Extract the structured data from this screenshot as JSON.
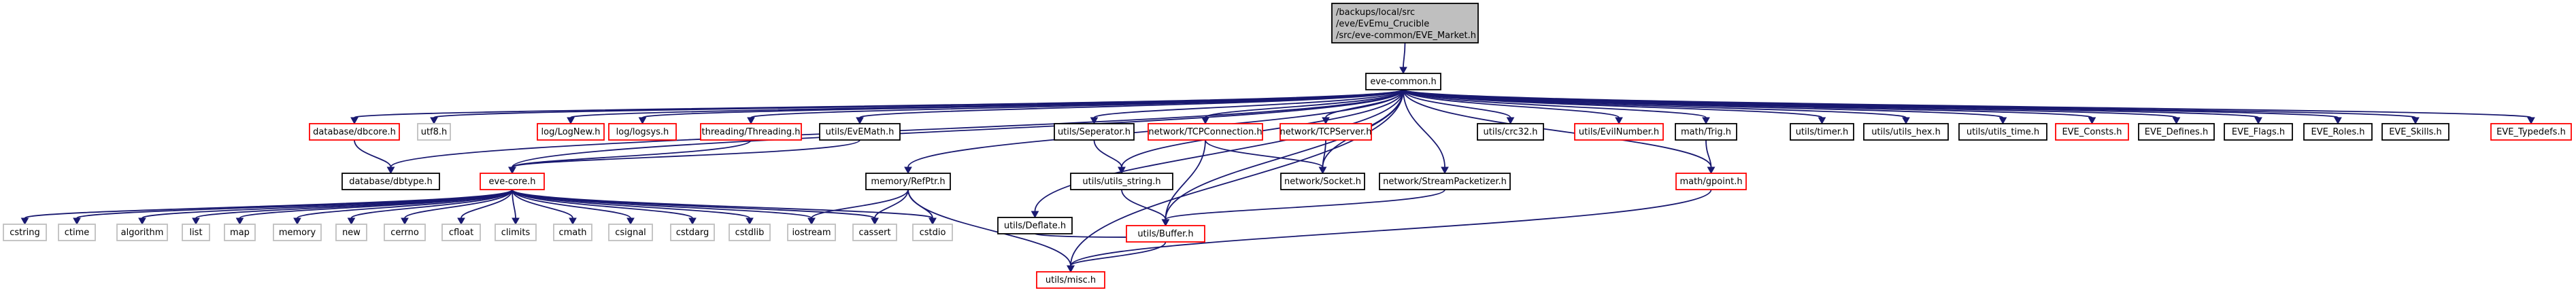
{
  "colors": {
    "edge": "#191970",
    "root_fill": "#bfbfbf",
    "root_border": "#000000",
    "normal_border": "#000000",
    "missing_border": "#ff0000",
    "system_border": "#bfbfbf"
  },
  "root": {
    "lines": [
      "/backups/local/src",
      "/eve/EvEmu_Crucible",
      "/src/eve-common/EVE_Market.h"
    ]
  },
  "nodes": [
    {
      "id": "eve_common",
      "label": "eve-common.h",
      "kind": "normal"
    },
    {
      "id": "db_dbcore",
      "label": "database/dbcore.h",
      "kind": "missing"
    },
    {
      "id": "utf8",
      "label": "utf8.h",
      "kind": "system"
    },
    {
      "id": "log_lognew",
      "label": "log/LogNew.h",
      "kind": "missing"
    },
    {
      "id": "log_logsys",
      "label": "log/logsys.h",
      "kind": "missing"
    },
    {
      "id": "threading",
      "label": "threading/Threading.h",
      "kind": "missing"
    },
    {
      "id": "utils_evemath",
      "label": "utils/EvEMath.h",
      "kind": "normal"
    },
    {
      "id": "utils_separator",
      "label": "utils/Seperator.h",
      "kind": "normal"
    },
    {
      "id": "net_tcpconn",
      "label": "network/TCPConnection.h",
      "kind": "missing"
    },
    {
      "id": "net_tcpserver",
      "label": "network/TCPServer.h",
      "kind": "missing"
    },
    {
      "id": "utils_crc32",
      "label": "utils/crc32.h",
      "kind": "normal"
    },
    {
      "id": "utils_evilnumber",
      "label": "utils/EvilNumber.h",
      "kind": "missing"
    },
    {
      "id": "math_trig",
      "label": "math/Trig.h",
      "kind": "normal"
    },
    {
      "id": "utils_timer",
      "label": "utils/timer.h",
      "kind": "normal"
    },
    {
      "id": "utils_hex",
      "label": "utils/utils_hex.h",
      "kind": "normal"
    },
    {
      "id": "utils_time",
      "label": "utils/utils_time.h",
      "kind": "normal"
    },
    {
      "id": "eve_consts",
      "label": "EVE_Consts.h",
      "kind": "missing"
    },
    {
      "id": "eve_defines",
      "label": "EVE_Defines.h",
      "kind": "normal"
    },
    {
      "id": "eve_flags",
      "label": "EVE_Flags.h",
      "kind": "normal"
    },
    {
      "id": "eve_roles",
      "label": "EVE_Roles.h",
      "kind": "normal"
    },
    {
      "id": "eve_skills",
      "label": "EVE_Skills.h",
      "kind": "normal"
    },
    {
      "id": "eve_typedefs",
      "label": "EVE_Typedefs.h",
      "kind": "missing"
    },
    {
      "id": "db_dbtype",
      "label": "database/dbtype.h",
      "kind": "normal"
    },
    {
      "id": "eve_core",
      "label": "eve-core.h",
      "kind": "missing"
    },
    {
      "id": "mem_refptr",
      "label": "memory/RefPtr.h",
      "kind": "normal"
    },
    {
      "id": "utils_deflate",
      "label": "utils/Deflate.h",
      "kind": "normal"
    },
    {
      "id": "utils_string",
      "label": "utils/utils_string.h",
      "kind": "normal"
    },
    {
      "id": "net_socket",
      "label": "network/Socket.h",
      "kind": "normal"
    },
    {
      "id": "net_streampkt",
      "label": "network/StreamPacketizer.h",
      "kind": "normal"
    },
    {
      "id": "math_gpoint",
      "label": "math/gpoint.h",
      "kind": "missing"
    },
    {
      "id": "cstring",
      "label": "cstring",
      "kind": "system"
    },
    {
      "id": "ctime",
      "label": "ctime",
      "kind": "system"
    },
    {
      "id": "algorithm",
      "label": "algorithm",
      "kind": "system"
    },
    {
      "id": "list",
      "label": "list",
      "kind": "system"
    },
    {
      "id": "map",
      "label": "map",
      "kind": "system"
    },
    {
      "id": "memory",
      "label": "memory",
      "kind": "system"
    },
    {
      "id": "new",
      "label": "new",
      "kind": "system"
    },
    {
      "id": "cerrno",
      "label": "cerrno",
      "kind": "system"
    },
    {
      "id": "cfloat",
      "label": "cfloat",
      "kind": "system"
    },
    {
      "id": "climits",
      "label": "climits",
      "kind": "system"
    },
    {
      "id": "cmath",
      "label": "cmath",
      "kind": "system"
    },
    {
      "id": "csignal",
      "label": "csignal",
      "kind": "system"
    },
    {
      "id": "cstdarg",
      "label": "cstdarg",
      "kind": "system"
    },
    {
      "id": "cstdlib",
      "label": "cstdlib",
      "kind": "system"
    },
    {
      "id": "iostream",
      "label": "iostream",
      "kind": "system"
    },
    {
      "id": "cassert",
      "label": "cassert",
      "kind": "system"
    },
    {
      "id": "cstdio",
      "label": "cstdio",
      "kind": "system"
    },
    {
      "id": "utils_buffer",
      "label": "utils/Buffer.h",
      "kind": "missing"
    },
    {
      "id": "utils_misc",
      "label": "utils/misc.h",
      "kind": "missing"
    }
  ],
  "edges": [
    [
      "root",
      "eve_common"
    ],
    [
      "eve_common",
      "db_dbcore"
    ],
    [
      "eve_common",
      "utf8"
    ],
    [
      "eve_common",
      "log_lognew"
    ],
    [
      "eve_common",
      "log_logsys"
    ],
    [
      "eve_common",
      "threading"
    ],
    [
      "eve_common",
      "utils_evemath"
    ],
    [
      "eve_common",
      "utils_separator"
    ],
    [
      "eve_common",
      "net_tcpconn"
    ],
    [
      "eve_common",
      "net_tcpserver"
    ],
    [
      "eve_common",
      "utils_crc32"
    ],
    [
      "eve_common",
      "utils_evilnumber"
    ],
    [
      "eve_common",
      "math_trig"
    ],
    [
      "eve_common",
      "utils_timer"
    ],
    [
      "eve_common",
      "utils_hex"
    ],
    [
      "eve_common",
      "utils_time"
    ],
    [
      "eve_common",
      "eve_consts"
    ],
    [
      "eve_common",
      "eve_defines"
    ],
    [
      "eve_common",
      "eve_flags"
    ],
    [
      "eve_common",
      "eve_roles"
    ],
    [
      "eve_common",
      "eve_skills"
    ],
    [
      "eve_common",
      "eve_typedefs"
    ],
    [
      "eve_common",
      "db_dbtype"
    ],
    [
      "eve_common",
      "eve_core"
    ],
    [
      "eve_common",
      "mem_refptr"
    ],
    [
      "eve_common",
      "utils_deflate"
    ],
    [
      "eve_common",
      "utils_string"
    ],
    [
      "eve_common",
      "net_socket"
    ],
    [
      "eve_common",
      "net_streampkt"
    ],
    [
      "eve_common",
      "math_gpoint"
    ],
    [
      "eve_common",
      "utils_misc"
    ],
    [
      "eve_common",
      "utils_buffer"
    ],
    [
      "db_dbcore",
      "db_dbtype"
    ],
    [
      "threading",
      "eve_core"
    ],
    [
      "utils_evemath",
      "eve_core"
    ],
    [
      "utils_separator",
      "utils_string"
    ],
    [
      "net_tcpconn",
      "net_socket"
    ],
    [
      "net_tcpconn",
      "utils_buffer"
    ],
    [
      "net_tcpserver",
      "net_socket"
    ],
    [
      "math_trig",
      "math_gpoint"
    ],
    [
      "eve_core",
      "cstring"
    ],
    [
      "eve_core",
      "ctime"
    ],
    [
      "eve_core",
      "algorithm"
    ],
    [
      "eve_core",
      "list"
    ],
    [
      "eve_core",
      "map"
    ],
    [
      "eve_core",
      "memory"
    ],
    [
      "eve_core",
      "new"
    ],
    [
      "eve_core",
      "cerrno"
    ],
    [
      "eve_core",
      "cfloat"
    ],
    [
      "eve_core",
      "climits"
    ],
    [
      "eve_core",
      "cmath"
    ],
    [
      "eve_core",
      "csignal"
    ],
    [
      "eve_core",
      "cstdarg"
    ],
    [
      "eve_core",
      "cstdlib"
    ],
    [
      "eve_core",
      "iostream"
    ],
    [
      "eve_core",
      "cassert"
    ],
    [
      "eve_core",
      "cstdio"
    ],
    [
      "mem_refptr",
      "iostream"
    ],
    [
      "mem_refptr",
      "cassert"
    ],
    [
      "mem_refptr",
      "cstdio"
    ],
    [
      "mem_refptr",
      "utils_misc"
    ],
    [
      "utils_deflate",
      "utils_buffer"
    ],
    [
      "utils_string",
      "utils_buffer"
    ],
    [
      "net_streampkt",
      "utils_buffer"
    ],
    [
      "math_gpoint",
      "utils_misc"
    ],
    [
      "utils_buffer",
      "utils_misc"
    ]
  ]
}
